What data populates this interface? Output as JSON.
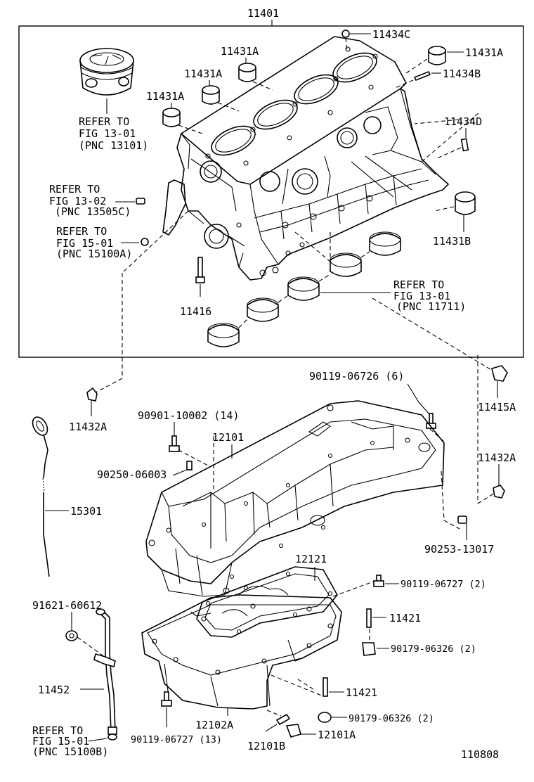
{
  "diagram_id": "110808",
  "group_label": "11401",
  "labels": {
    "p11434C": "11434C",
    "p11431A_r": "11431A",
    "p11431A_1": "11431A",
    "p11431A_2": "11431A",
    "p11431A_3": "11431A",
    "p11434B": "11434B",
    "p11434D": "11434D",
    "p11431B": "11431B",
    "p11416": "11416",
    "ref_piston": [
      "REFER TO",
      "FIG 13-01",
      "(PNC 13101)"
    ],
    "ref_13505": [
      "REFER TO",
      "FIG 13-02",
      "(PNC 13505C)"
    ],
    "ref_15100a": [
      "REFER TO",
      "FIG 15-01",
      "(PNC 15100A)"
    ],
    "ref_11711": [
      "REFER TO",
      "FIG 13-01",
      "(PNC 11711)"
    ],
    "p90119_06726": "90119-06726 (6)",
    "p11415A": "11415A",
    "p11432A_l": "11432A",
    "p11432A_r": "11432A",
    "p90901": "90901-10002 (14)",
    "p12101": "12101",
    "p90250": "90250-06003",
    "p15301": "15301",
    "p90253": "90253-13017",
    "p12121": "12121",
    "p90119_06727_2": "90119-06727 (2)",
    "p91621": "91621-60612",
    "p11421_a": "11421",
    "p90179_a": "90179-06326 (2)",
    "p11452": "11452",
    "p11421_b": "11421",
    "p90179_b": "90179-06326 (2)",
    "ref_15100b": [
      "REFER TO",
      "FIG 15-01",
      "(PNC 15100B)"
    ],
    "p12102A": "12102A",
    "p90119_06727_13": "90119-06727 (13)",
    "p12101B": "12101B",
    "p12101A": "12101A"
  }
}
